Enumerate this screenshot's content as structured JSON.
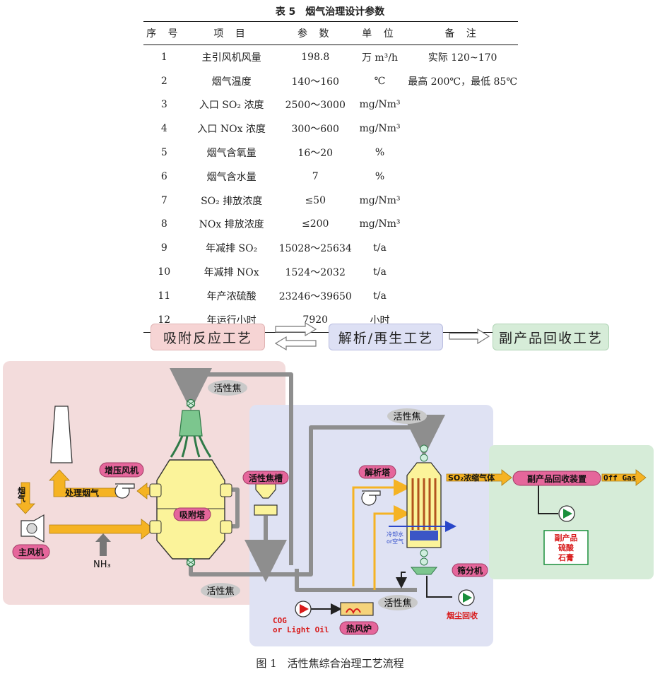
{
  "table": {
    "title": "表 5　烟气治理设计参数",
    "headers": [
      "序 号",
      "项 目",
      "参 数",
      "单 位",
      "备 注"
    ],
    "rows": [
      {
        "no": "1",
        "item": "主引风机风量",
        "value": "198.8",
        "unit": "万 m³/h",
        "note": "实际 120~170"
      },
      {
        "no": "2",
        "item": "烟气温度",
        "value": "140～160",
        "unit": "℃",
        "note": "最高 200℃，最低 85℃"
      },
      {
        "no": "3",
        "item": "入口 SO₂ 浓度",
        "value": "2500～3000",
        "unit": "mg/Nm³",
        "note": ""
      },
      {
        "no": "4",
        "item": "入口 NOx 浓度",
        "value": "300～600",
        "unit": "mg/Nm³",
        "note": ""
      },
      {
        "no": "5",
        "item": "烟气含氧量",
        "value": "16～20",
        "unit": "%",
        "note": ""
      },
      {
        "no": "6",
        "item": "烟气含水量",
        "value": "7",
        "unit": "%",
        "note": ""
      },
      {
        "no": "7",
        "item": "SO₂ 排放浓度",
        "value": "≤50",
        "unit": "mg/Nm³",
        "note": ""
      },
      {
        "no": "8",
        "item": "NOx 排放浓度",
        "value": "≤200",
        "unit": "mg/Nm³",
        "note": ""
      },
      {
        "no": "9",
        "item": "年减排 SO₂",
        "value": "15028～25634",
        "unit": "t/a",
        "note": ""
      },
      {
        "no": "10",
        "item": "年减排 NOx",
        "value": "1524～2032",
        "unit": "t/a",
        "note": ""
      },
      {
        "no": "11",
        "item": "年产浓硫酸",
        "value": "23246～39650",
        "unit": "t/a",
        "note": ""
      },
      {
        "no": "12",
        "item": "年运行小时",
        "value": "7920",
        "unit": "小时",
        "note": ""
      }
    ]
  },
  "flow": {
    "adsorption": "吸附反应工艺",
    "regeneration": "解析/再生工艺",
    "byproduct": "副产品回收工艺"
  },
  "diagram": {
    "coke_top": "活性焦",
    "coke_mid": "活性焦",
    "coke_bottom": "活性焦",
    "coke_lower_right": "活性焦",
    "booster_fan": "增压风机",
    "treated_gas": "处理烟气",
    "flue_gas": "烟气",
    "main_fan": "主风机",
    "nh3": "NH₃",
    "adsorption_tower": "吸附塔",
    "coke_tank": "活性焦槽",
    "desorption_tower": "解析塔",
    "so2_gas": "SO₂浓缩气体",
    "recovery_unit": "副产品回收装置",
    "off_gas": "Off Gas",
    "cooling": "冷却水\nor空气",
    "screen": "筛分机",
    "dust": "烟尘回收",
    "cog": "COG\nor Light Oil",
    "hot_furnace": "热风炉",
    "byproducts": "副产品\n硫酸\n石膏",
    "colors": {
      "adsorption_zone": "#f3dcdc",
      "regen_zone": "#dfe2f3",
      "byproduct_zone": "#d6ecd8",
      "arrow_orange": "#f5b323",
      "tower_yellow": "#fbf39a",
      "label_pink": "#e5669b",
      "pipe_gray": "#8e8e8e"
    }
  },
  "caption": "图 1　活性焦综合治理工艺流程"
}
